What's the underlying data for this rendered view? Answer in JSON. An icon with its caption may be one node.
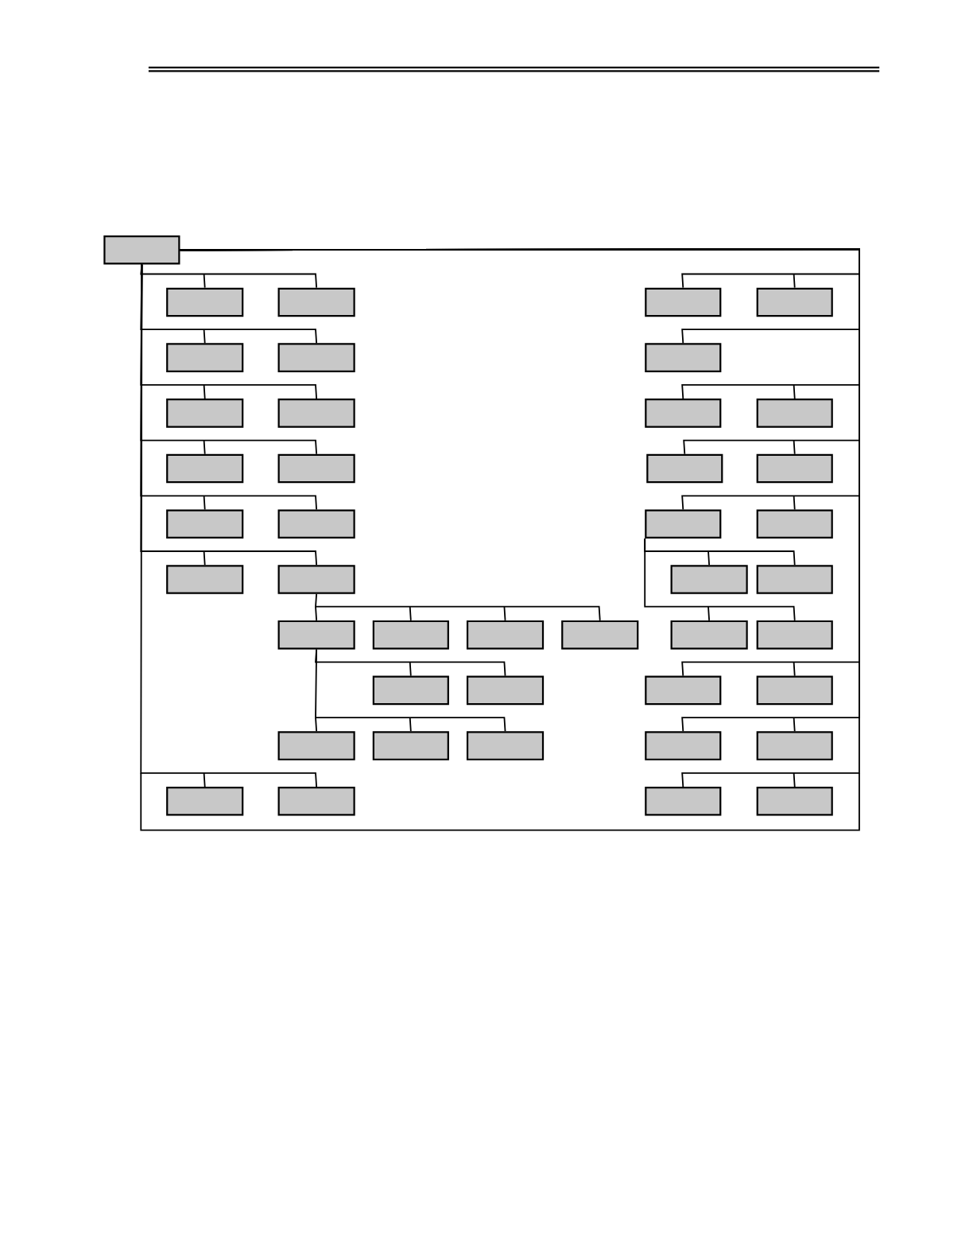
{
  "diagram": {
    "nodes": [
      {
        "text": [],
        "shape": "box"
      },
      {
        "text": [],
        "shape": "box"
      },
      {
        "text": [],
        "shape": "box"
      },
      {
        "text": [],
        "shape": "box"
      },
      {
        "text": [],
        "shape": "box"
      },
      {
        "text": [],
        "shape": "box"
      },
      {
        "text": [],
        "shape": "box"
      },
      {
        "text": [],
        "shape": "box"
      },
      {
        "text": [],
        "shape": "box"
      },
      {
        "text": [],
        "shape": "box"
      },
      {
        "text": [],
        "shape": "box"
      },
      {
        "text": [],
        "shape": "box"
      },
      {
        "text": [],
        "shape": "box"
      },
      {
        "text": [],
        "shape": "box"
      },
      {
        "text": [],
        "shape": "box"
      },
      {
        "text": [],
        "shape": "box"
      },
      {
        "text": [],
        "shape": "box"
      },
      {
        "text": [],
        "shape": "box"
      },
      {
        "text": [],
        "shape": "box"
      },
      {
        "text": [],
        "shape": "box"
      },
      {
        "text": [],
        "shape": "box"
      },
      {
        "text": [],
        "shape": "box"
      },
      {
        "text": [],
        "shape": "box"
      },
      {
        "text": [],
        "shape": "box"
      },
      {
        "text": [],
        "shape": "box"
      },
      {
        "text": [],
        "shape": "box"
      },
      {
        "text": [],
        "shape": "box"
      },
      {
        "text": [],
        "shape": "box"
      },
      {
        "text": [],
        "shape": "box"
      },
      {
        "text": [],
        "shape": "box"
      },
      {
        "text": [],
        "shape": "box"
      },
      {
        "text": [],
        "shape": "box"
      },
      {
        "text": [],
        "shape": "box"
      },
      {
        "text": [],
        "shape": "box"
      },
      {
        "text": [],
        "shape": "box"
      },
      {
        "text": [],
        "shape": "box"
      },
      {
        "text": [],
        "shape": "box"
      },
      {
        "text": [],
        "shape": "box"
      },
      {
        "text": [],
        "shape": "box"
      },
      {
        "text": [],
        "shape": "box"
      },
      {
        "text": [],
        "shape": "box"
      },
      {
        "text": [],
        "shape": "box"
      },
      {
        "text": [],
        "shape": "box"
      }
    ],
    "edges": [
      {
        "from": 0,
        "to": 1,
        "arrow": "none"
      },
      {
        "from": 0,
        "to": 2,
        "arrow": "none"
      },
      {
        "from": 0,
        "to": 5,
        "arrow": "none"
      },
      {
        "from": 0,
        "to": 6,
        "arrow": "none"
      },
      {
        "from": 0,
        "to": 8,
        "arrow": "none"
      },
      {
        "from": 0,
        "to": 9,
        "arrow": "none"
      },
      {
        "from": 0,
        "to": 12,
        "arrow": "none"
      },
      {
        "from": 0,
        "to": 13,
        "arrow": "none"
      },
      {
        "from": 0,
        "to": 16,
        "arrow": "none"
      },
      {
        "from": 0,
        "to": 17,
        "arrow": "none"
      },
      {
        "from": 0,
        "to": 20,
        "arrow": "none"
      },
      {
        "from": 0,
        "to": 21,
        "arrow": "none"
      },
      {
        "from": 0,
        "to": 39,
        "arrow": "none"
      },
      {
        "from": 0,
        "to": 40,
        "arrow": "none"
      },
      {
        "from": 0,
        "to": 3,
        "arrow": "none"
      },
      {
        "from": 0,
        "to": 4,
        "arrow": "none"
      },
      {
        "from": 0,
        "to": 7,
        "arrow": "none"
      },
      {
        "from": 0,
        "to": 10,
        "arrow": "none"
      },
      {
        "from": 0,
        "to": 11,
        "arrow": "none"
      },
      {
        "from": 0,
        "to": 14,
        "arrow": "none"
      },
      {
        "from": 0,
        "to": 15,
        "arrow": "none"
      },
      {
        "from": 0,
        "to": 18,
        "arrow": "none"
      },
      {
        "from": 0,
        "to": 19,
        "arrow": "none"
      },
      {
        "from": 0,
        "to": 32,
        "arrow": "none"
      },
      {
        "from": 0,
        "to": 33,
        "arrow": "none"
      },
      {
        "from": 0,
        "to": 37,
        "arrow": "none"
      },
      {
        "from": 0,
        "to": 38,
        "arrow": "none"
      },
      {
        "from": 0,
        "to": 41,
        "arrow": "none"
      },
      {
        "from": 0,
        "to": 42,
        "arrow": "none"
      },
      {
        "from": 21,
        "to": 24,
        "arrow": "none"
      },
      {
        "from": 21,
        "to": 25,
        "arrow": "none"
      },
      {
        "from": 21,
        "to": 26,
        "arrow": "none"
      },
      {
        "from": 21,
        "to": 27,
        "arrow": "none"
      },
      {
        "from": 24,
        "to": 30,
        "arrow": "none"
      },
      {
        "from": 24,
        "to": 31,
        "arrow": "none"
      },
      {
        "from": 24,
        "to": 34,
        "arrow": "none"
      },
      {
        "from": 24,
        "to": 35,
        "arrow": "none"
      },
      {
        "from": 24,
        "to": 36,
        "arrow": "none"
      },
      {
        "from": 18,
        "to": 22,
        "arrow": "none"
      },
      {
        "from": 18,
        "to": 23,
        "arrow": "none"
      },
      {
        "from": 18,
        "to": 28,
        "arrow": "none"
      },
      {
        "from": 18,
        "to": 29,
        "arrow": "none"
      }
    ]
  }
}
